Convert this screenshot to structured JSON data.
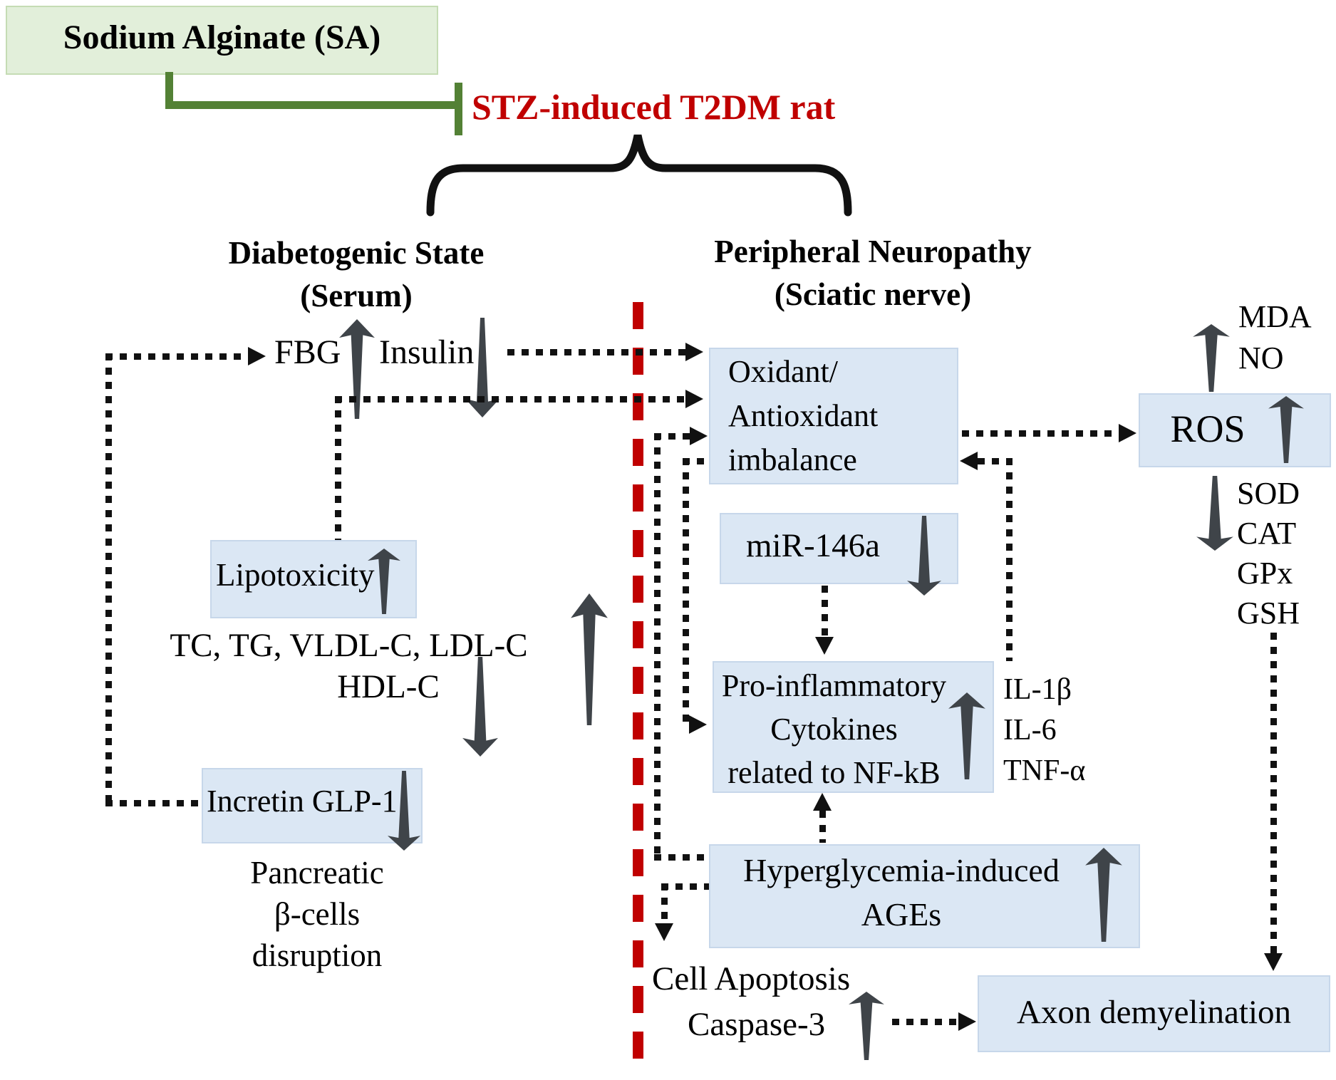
{
  "header": {
    "sodium_alginate": "Sodium Alginate (SA)",
    "stz_rat": "STZ-induced T2DM rat"
  },
  "columns": {
    "left": {
      "title_line1": "Diabetogenic State",
      "title_line2": "(Serum)"
    },
    "right": {
      "title_line1": "Peripheral Neuropathy",
      "title_line2": "(Sciatic nerve)"
    }
  },
  "serum": {
    "fbg": "FBG",
    "insulin": "Insulin",
    "lipotoxicity": "Lipotoxicity",
    "lipids_up": "TC, TG, VLDL-C, LDL-C",
    "hdl": "HDL-C",
    "incretin": "Incretin GLP-1",
    "pancreatic_line1": "Pancreatic",
    "pancreatic_line2": "β-cells",
    "pancreatic_line3": "disruption"
  },
  "nerve": {
    "oxidant_line1": "Oxidant/",
    "oxidant_line2": "Antioxidant",
    "oxidant_line3": "imbalance",
    "mir": "miR-146a",
    "cytokines_line1": "Pro-inflammatory",
    "cytokines_line2": "Cytokines",
    "cytokines_line3": "related to NF-kB",
    "cytokine_markers": {
      "il1b": "IL-1β",
      "il6": "IL-6",
      "tnfa": "TNF-α"
    },
    "ages_line1": "Hyperglycemia-induced",
    "ages_line2": "AGEs",
    "cell_apoptosis": "Cell Apoptosis",
    "caspase": "Caspase-3",
    "axon": "Axon demyelination",
    "ros": "ROS",
    "oxidant_markers": {
      "mda": "MDA",
      "no": "NO"
    },
    "antioxidant_markers": {
      "sod": "SOD",
      "cat": "CAT",
      "gpx": "GPx",
      "gsh": "GSH"
    }
  },
  "colors": {
    "green_accent": "#538135",
    "green_box_bg": "#e2efda",
    "red_accent": "#c00000",
    "blue_box_bg": "#dbe7f4",
    "arrow_gray": "#3f4449",
    "connector_black": "#111111"
  }
}
